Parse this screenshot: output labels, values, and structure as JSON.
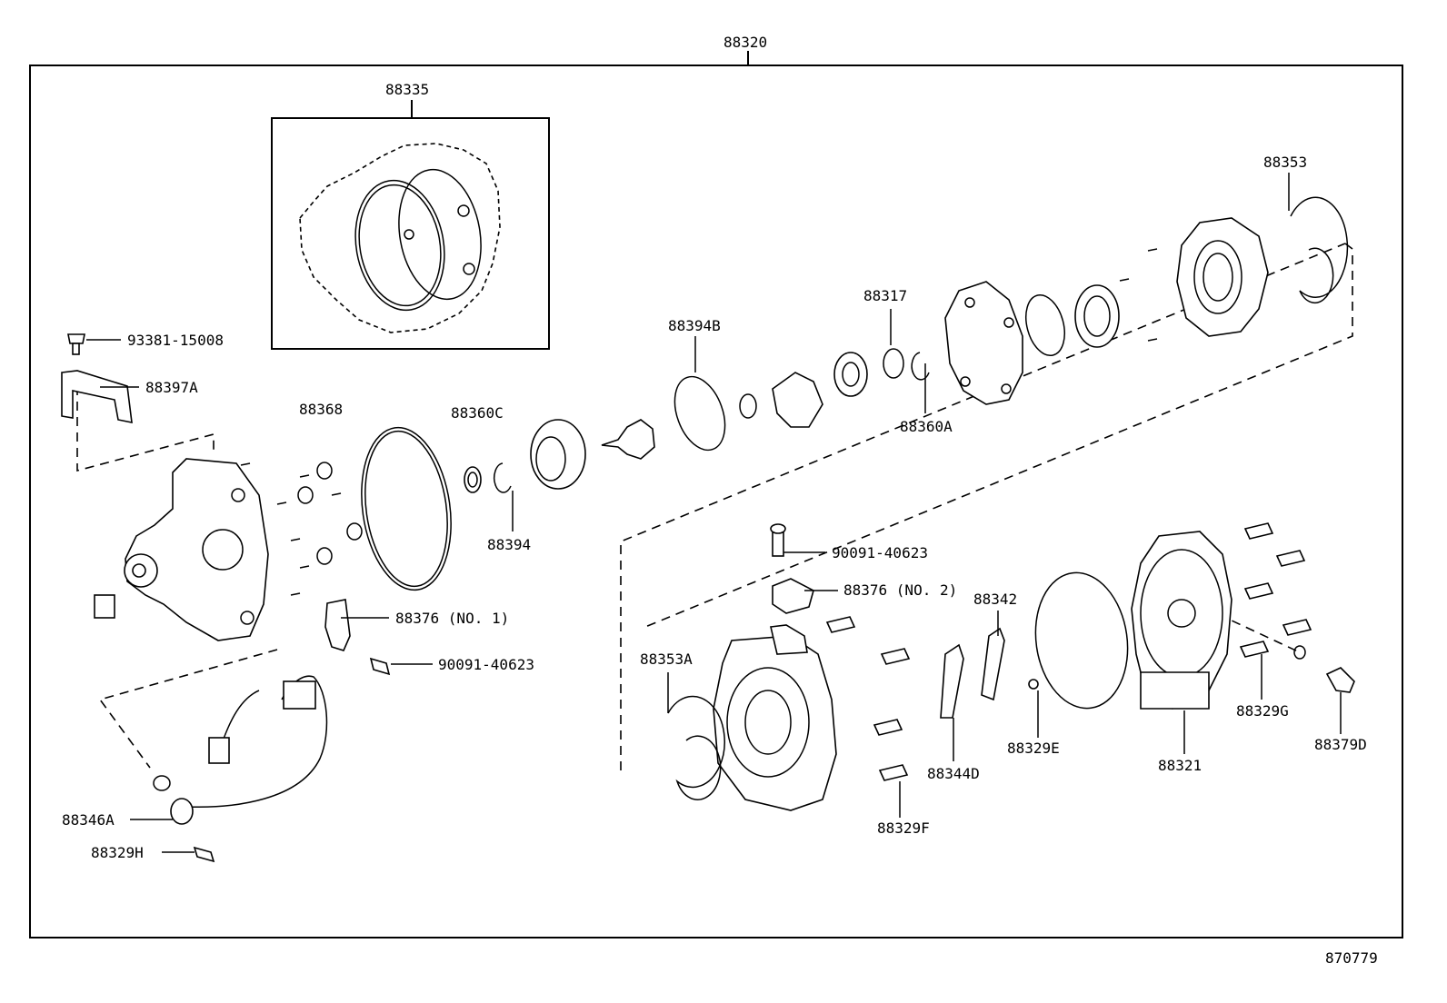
{
  "drawing_number": "870779",
  "assembly_label": "88320",
  "kit_label": "88335",
  "part_labels": [
    {
      "id": "p1",
      "text": "93381-15008"
    },
    {
      "id": "p2",
      "text": "88397A"
    },
    {
      "id": "p3",
      "text": "88368"
    },
    {
      "id": "p4",
      "text": "88360C"
    },
    {
      "id": "p5",
      "text": "88394"
    },
    {
      "id": "p6",
      "text": "88394B"
    },
    {
      "id": "p7",
      "text": "88317"
    },
    {
      "id": "p8",
      "text": "88360A"
    },
    {
      "id": "p9",
      "text": "88353"
    },
    {
      "id": "p10",
      "text": "88376 (NO. 1)"
    },
    {
      "id": "p11",
      "text": "90091-40623"
    },
    {
      "id": "p12",
      "text": "90091-40623"
    },
    {
      "id": "p13",
      "text": "88376 (NO. 2)"
    },
    {
      "id": "p14",
      "text": "88342"
    },
    {
      "id": "p15",
      "text": "88353A"
    },
    {
      "id": "p16",
      "text": "88329E"
    },
    {
      "id": "p17",
      "text": "88344D"
    },
    {
      "id": "p18",
      "text": "88329F"
    },
    {
      "id": "p19",
      "text": "88321"
    },
    {
      "id": "p20",
      "text": "88329G"
    },
    {
      "id": "p21",
      "text": "88379D"
    },
    {
      "id": "p22",
      "text": "88346A"
    },
    {
      "id": "p23",
      "text": "88329H"
    }
  ]
}
